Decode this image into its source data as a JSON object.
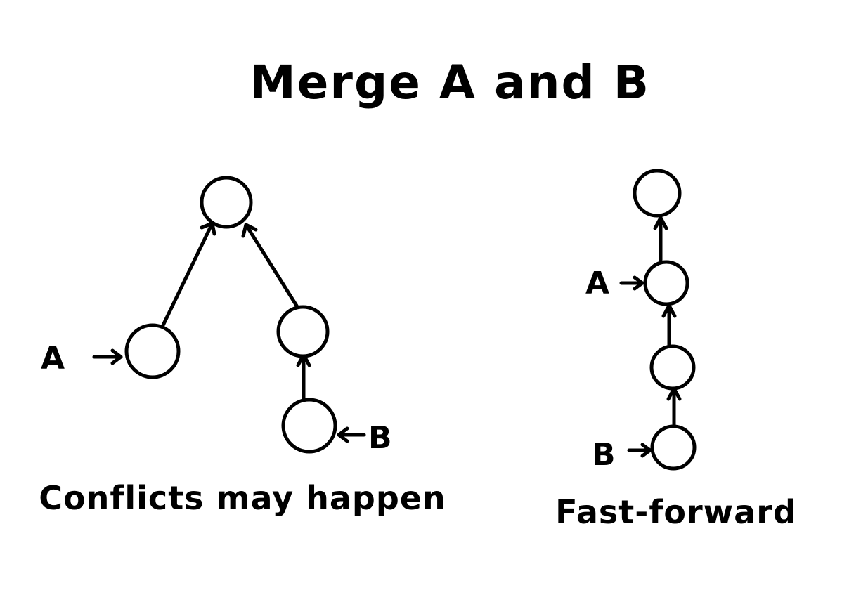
{
  "title": "Merge A and B",
  "left_diagram": {
    "caption": "Conflicts may happen",
    "labels": {
      "a": "A",
      "b": "B"
    }
  },
  "right_diagram": {
    "caption": "Fast-forward",
    "labels": {
      "a": "A",
      "b": "B"
    }
  },
  "colors": {
    "ink": "#000000",
    "paper": "#ffffff"
  }
}
